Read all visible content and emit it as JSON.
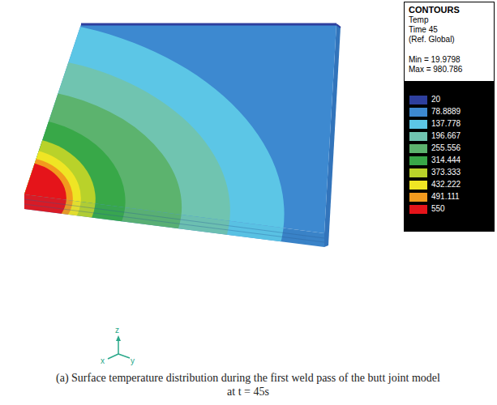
{
  "diagram": {
    "caption": "(a) Surface temperature distribution during the first weld pass of the butt joint model at t = 45s",
    "labels": [
      "CONTOURS",
      "Temp",
      "Time 45",
      "(Ref. Global)",
      "Min = 19.9798",
      "Max = 980.786",
      "z",
      "x",
      "y"
    ],
    "legend": [
      {
        "text": "20",
        "color": "#2e3f9e"
      },
      {
        "text": "78.8889",
        "color": "#3d89d0"
      },
      {
        "text": "137.778",
        "color": "#5cc6e6"
      },
      {
        "text": "196.667",
        "color": "#70c4b0"
      },
      {
        "text": "255.556",
        "color": "#5cb36e"
      },
      {
        "text": "314.444",
        "color": "#38a848"
      },
      {
        "text": "373.333",
        "color": "#b9d22a"
      },
      {
        "text": "432.222",
        "color": "#efe524"
      },
      {
        "text": "491.111",
        "color": "#f29a1e"
      },
      {
        "text": "550",
        "color": "#e5141a"
      }
    ]
  }
}
